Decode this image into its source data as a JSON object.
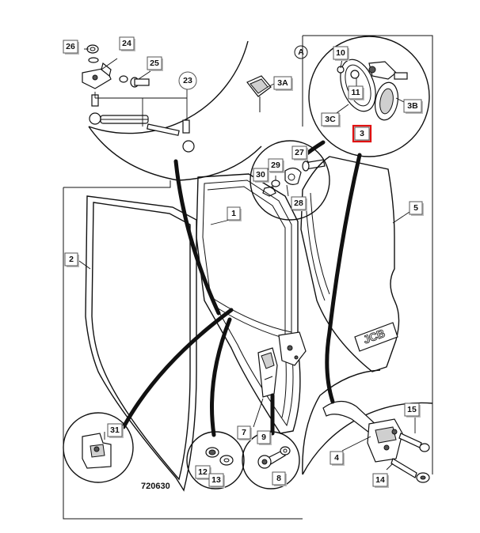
{
  "diagram": {
    "drawing_number": "720630",
    "detail_view_label": "A",
    "highlight_color": "#e01010",
    "callouts": {
      "c1": "1",
      "c2": "2",
      "c3": "3",
      "c3A": "3A",
      "c3B": "3B",
      "c3C": "3C",
      "c4": "4",
      "c5": "5",
      "c7": "7",
      "c8": "8",
      "c9": "9",
      "c10": "10",
      "c11": "11",
      "c12": "12",
      "c13": "13",
      "c14": "14",
      "c15": "15",
      "c23": "23",
      "c24": "24",
      "c25": "25",
      "c26": "26",
      "c27": "27",
      "c28": "28",
      "c29": "29",
      "c30": "30",
      "c31": "31"
    },
    "highlighted_callout": "3"
  }
}
